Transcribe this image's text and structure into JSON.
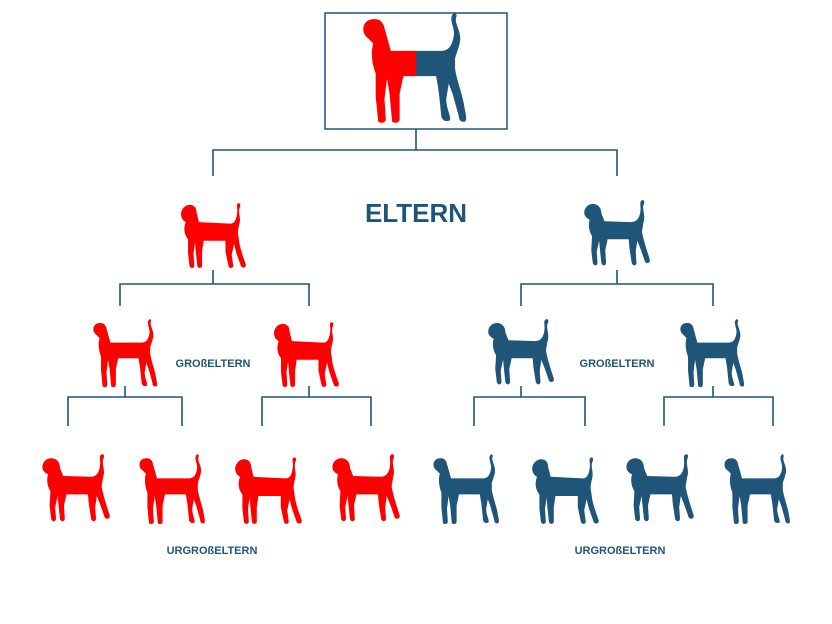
{
  "colors": {
    "mother_line": "#ff0000",
    "father_line": "#1f5578",
    "connector": "#1f5578",
    "frame": "#1f5578"
  },
  "labels": {
    "parents": "ELTERN",
    "grandparents_left": "GROßELTERN",
    "grandparents_right": "GROßELTERN",
    "great_grandparents_left": "URGROßELTERN",
    "great_grandparents_right": "URGROßELTERN"
  },
  "tree": {
    "root": {
      "icon": "half-red-half-blue-dog-icon"
    },
    "parents": [
      {
        "line": "mother",
        "icon": "red-dog-icon"
      },
      {
        "line": "father",
        "icon": "blue-dog-icon"
      }
    ],
    "grandparents": [
      {
        "line": "mother",
        "icon": "red-dog-icon"
      },
      {
        "line": "mother",
        "icon": "red-dog-icon"
      },
      {
        "line": "father",
        "icon": "blue-dog-icon"
      },
      {
        "line": "father",
        "icon": "blue-dog-icon"
      }
    ],
    "great_grandparents": [
      {
        "line": "mother",
        "icon": "red-dog-icon"
      },
      {
        "line": "mother",
        "icon": "red-dog-icon"
      },
      {
        "line": "mother",
        "icon": "red-dog-icon"
      },
      {
        "line": "mother",
        "icon": "red-dog-icon"
      },
      {
        "line": "father",
        "icon": "blue-dog-icon"
      },
      {
        "line": "father",
        "icon": "blue-dog-icon"
      },
      {
        "line": "father",
        "icon": "blue-dog-icon"
      },
      {
        "line": "father",
        "icon": "blue-dog-icon"
      }
    ]
  }
}
